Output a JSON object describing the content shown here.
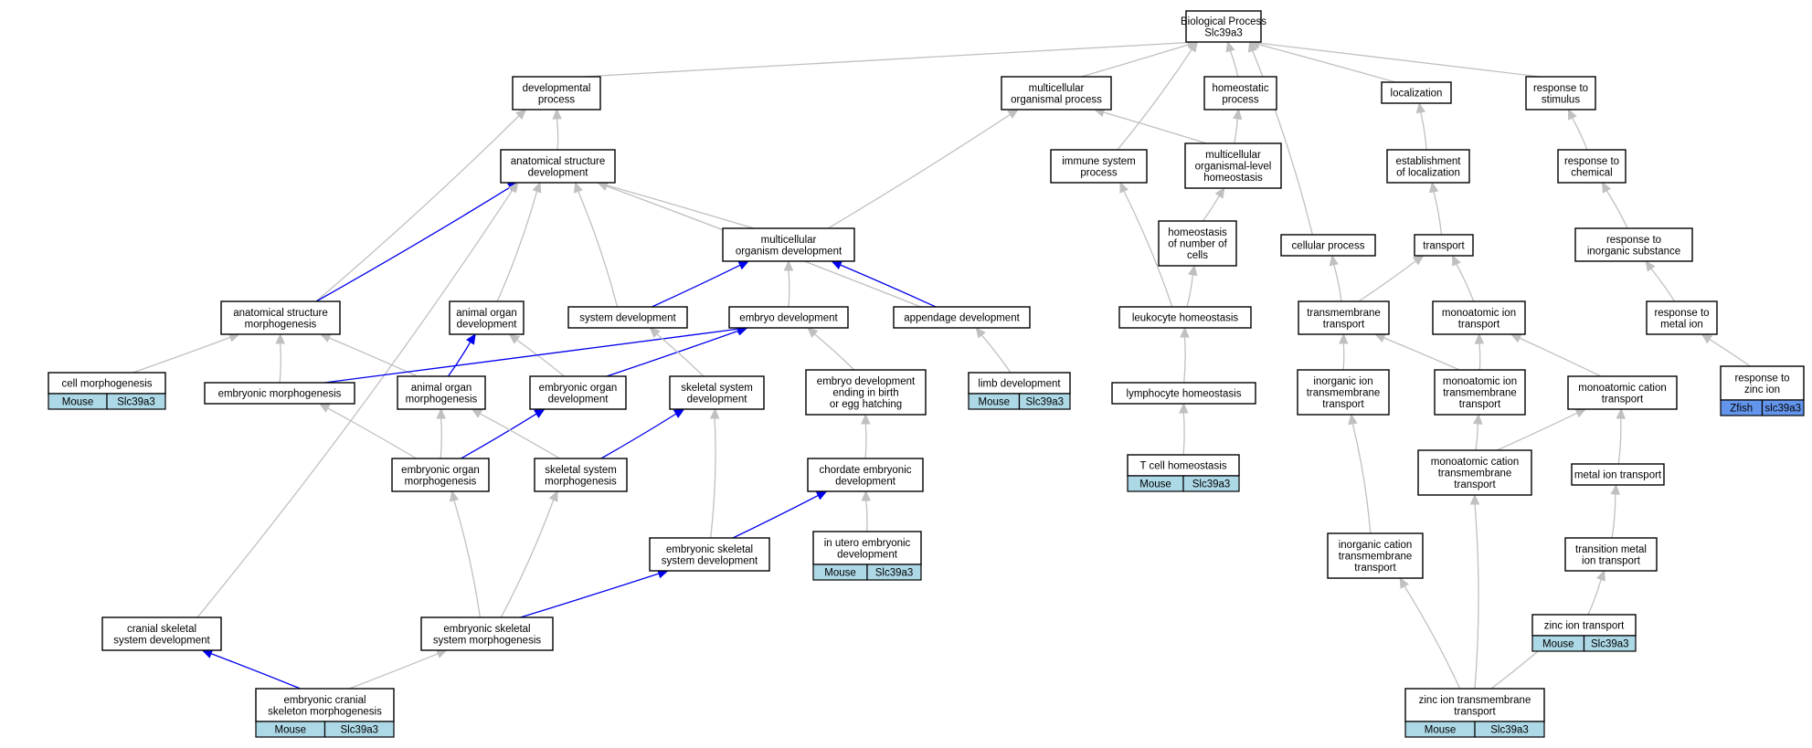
{
  "colors": {
    "edge_gray": "#c0c0c0",
    "edge_blue": "#0000ee",
    "mouse_cell": "#add8e6",
    "zfish_cell": "#6495ed"
  },
  "nodes": {
    "bp": [
      "Biological Process",
      "Slc39a3"
    ],
    "devproc": [
      "developmental",
      "process"
    ],
    "mcorgproc": [
      "multicellular",
      "organismal process"
    ],
    "homeoproc": [
      "homeostatic",
      "process"
    ],
    "localization": [
      "localization"
    ],
    "respstim": [
      "response to",
      "stimulus"
    ],
    "anatdev": [
      "anatomical structure",
      "development"
    ],
    "immune": [
      "immune system",
      "process"
    ],
    "mcorghomeo": [
      "multicellular",
      "organismal-level",
      "homeostasis"
    ],
    "estloc": [
      "establishment",
      "of localization"
    ],
    "respchem": [
      "response to",
      "chemical"
    ],
    "mcorgdev": [
      "multicellular",
      "organism development"
    ],
    "homeonum": [
      "homeostasis",
      "of number of",
      "cells"
    ],
    "cellproc": [
      "cellular process"
    ],
    "transport": [
      "transport"
    ],
    "respinorg": [
      "response to",
      "inorganic substance"
    ],
    "anatmorph": [
      "anatomical structure",
      "morphogenesis"
    ],
    "animorgdev": [
      "animal organ",
      "development"
    ],
    "sysdev": [
      "system development"
    ],
    "embdev": [
      "embryo development"
    ],
    "appdev": [
      "appendage development"
    ],
    "leukhomeo": [
      "leukocyte homeostasis"
    ],
    "tmtrans": [
      "transmembrane",
      "transport"
    ],
    "ionTrans": [
      "monoatomic ion",
      "transport"
    ],
    "respmetal": [
      "response to",
      "metal ion"
    ],
    "cellmorph": [
      "cell morphogenesis"
    ],
    "embmorph": [
      "embryonic morphogenesis"
    ],
    "animorgmorph": [
      "animal organ",
      "morphogenesis"
    ],
    "emborgdev": [
      "embryonic organ",
      "development"
    ],
    "skelsysdev": [
      "skeletal system",
      "development"
    ],
    "embdevbirth": [
      "embryo development",
      "ending in birth",
      "or egg hatching"
    ],
    "limbdev": [
      "limb development"
    ],
    "lymphhomeo": [
      "lymphocyte homeostasis"
    ],
    "inorgiontm": [
      "inorganic ion",
      "transmembrane",
      "transport"
    ],
    "iontm": [
      "monoatomic ion",
      "transmembrane",
      "transport"
    ],
    "cationtrans": [
      "monoatomic cation",
      "transport"
    ],
    "respzinc": [
      "response to",
      "zinc ion"
    ],
    "emborgmorph": [
      "embryonic organ",
      "morphogenesis"
    ],
    "skelsysmorph": [
      "skeletal system",
      "morphogenesis"
    ],
    "chordemb": [
      "chordate embryonic",
      "development"
    ],
    "tcellhomeo": [
      "T cell homeostasis"
    ],
    "cationtm": [
      "monoatomic cation",
      "transmembrane",
      "transport"
    ],
    "metaltrans": [
      "metal ion transport"
    ],
    "embskeldev": [
      "embryonic skeletal",
      "system development"
    ],
    "inutero": [
      "in utero embryonic",
      "development"
    ],
    "inorgcattm": [
      "inorganic cation",
      "transmembrane",
      "transport"
    ],
    "transmetal": [
      "transition metal",
      "ion transport"
    ],
    "cranskel": [
      "cranial skeletal",
      "system development"
    ],
    "embskelmorph": [
      "embryonic skeletal",
      "system morphogenesis"
    ],
    "zinctrans": [
      "zinc ion transport"
    ],
    "embcranial": [
      "embryonic cranial",
      "skeleton morphogenesis"
    ],
    "zinctm": [
      "zinc ion transmembrane",
      "transport"
    ]
  },
  "annotations": {
    "cellmorph": [
      [
        "Mouse",
        "Slc39a3"
      ]
    ],
    "limbdev": [
      [
        "Mouse",
        "Slc39a3"
      ]
    ],
    "respzinc": [
      [
        "Zfish",
        "slc39a3"
      ]
    ],
    "tcellhomeo": [
      [
        "Mouse",
        "Slc39a3"
      ]
    ],
    "inutero": [
      [
        "Mouse",
        "Slc39a3"
      ]
    ],
    "zinctrans": [
      [
        "Mouse",
        "Slc39a3"
      ]
    ],
    "embcranial": [
      [
        "Mouse",
        "Slc39a3"
      ]
    ],
    "zinctm": [
      [
        "Mouse",
        "Slc39a3"
      ]
    ]
  }
}
